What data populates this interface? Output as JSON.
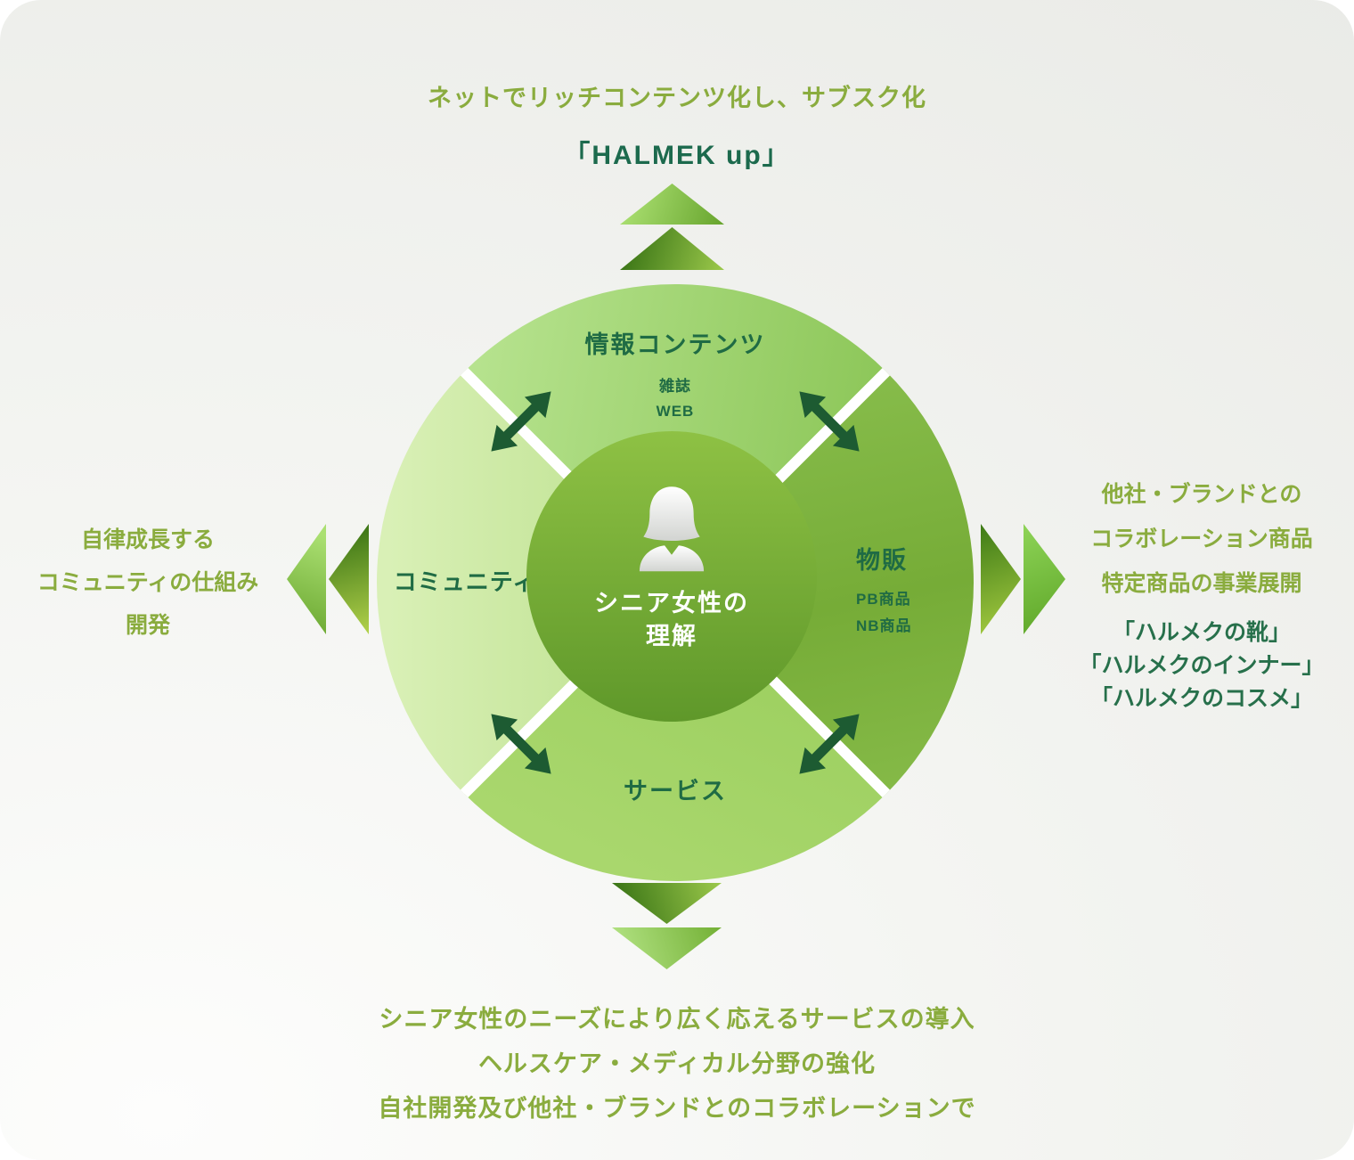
{
  "captions": {
    "top": {
      "line1": "ネットでリッチコンテンツ化し、サブスク化",
      "line2": "「HALMEK up」"
    },
    "left": {
      "line1": "自律成長する",
      "line2": "コミュニティの仕組み",
      "line3": "開発"
    },
    "right": {
      "line1": "他社・ブランドとの",
      "line2": "コラボレーション商品",
      "line3": "特定商品の事業展開",
      "line4": "「ハルメクの靴」",
      "line5": "「ハルメクのインナー」",
      "line6": "「ハルメクのコスメ」"
    },
    "bottom": {
      "line1": "シニア女性のニーズにより広く応えるサービスの導入",
      "line2": "ヘルスケア・メディカル分野の強化",
      "line3": "自社開発及び他社・ブランドとのコラボレーションで"
    }
  },
  "circle": {
    "center": {
      "line1": "シニア女性の",
      "line2": "理解"
    },
    "quadrant_top": {
      "title": "情報コンテンツ",
      "item1": "雑誌",
      "item2": "WEB"
    },
    "quadrant_right": {
      "title": "物販",
      "item1": "PB商品",
      "item2": "NB商品"
    },
    "quadrant_bottom": {
      "title": "サービス"
    },
    "quadrant_left": {
      "title": "コミュニティ"
    }
  },
  "icons": {
    "center_icon": "female-person-icon",
    "exchange_icon": "double-headed-arrow-icon",
    "outward_icon": "double-chevron-arrow-icon"
  },
  "colors": {
    "caption_olive": "#8aac3e",
    "caption_dark_green": "#1c6a4d",
    "quadrant_label_green": "#1f6b44",
    "center_circle_green_top": "#8ec144",
    "center_circle_green_bottom": "#5f982a",
    "dark_arrow_green": "#1d5b32",
    "divider_white": "#ffffff",
    "background_gray": "#eceeea"
  }
}
